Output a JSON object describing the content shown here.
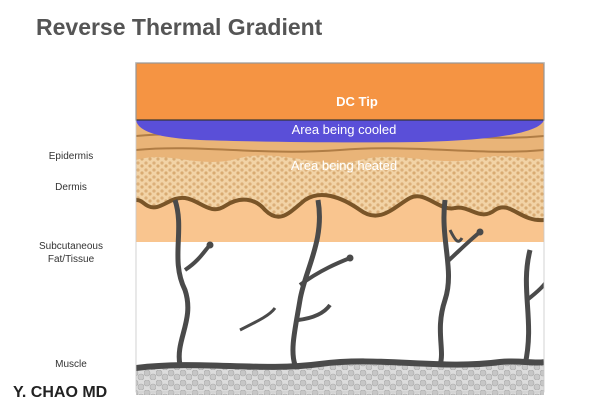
{
  "title": "Reverse Thermal Gradient",
  "device": {
    "label": "DC Tip",
    "color": "#F59443"
  },
  "zones": {
    "cooled": {
      "label": "Area being cooled",
      "color": "#5A4FD8"
    },
    "heated": {
      "label": "Area being heated",
      "color": "#F9C58F"
    }
  },
  "layers": {
    "epidermis": "Epidermis",
    "dermis": "Dermis",
    "subcutaneous": "Subcutaneous Fat/Tissue",
    "muscle": "Muscle"
  },
  "author": "Y. CHAO MD"
}
